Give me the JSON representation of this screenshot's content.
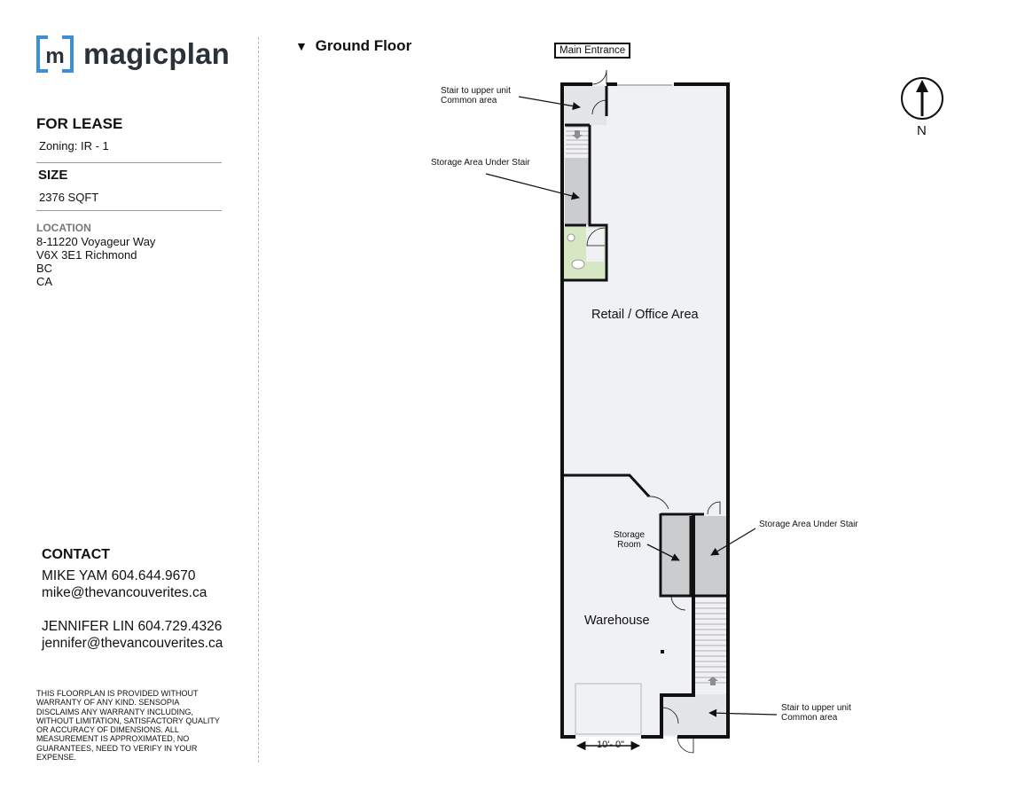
{
  "brand": {
    "name": "magicplan",
    "mark_letter": "m",
    "accent": "#3d8fd8"
  },
  "listing": {
    "for_lease": "FOR LEASE",
    "zoning": "Zoning: IR - 1",
    "size_heading": "SIZE",
    "size_value": "2376 SQFT",
    "location_heading": "LOCATION",
    "address_line1": "8-11220 Voyageur Way",
    "address_line2": "V6X 3E1 Richmond",
    "address_line3": "BC",
    "address_line4": "CA"
  },
  "contact": {
    "heading": "CONTACT",
    "agent1_name_phone": "MIKE YAM 604.644.9670",
    "agent1_email": "mike@thevancouverites.ca",
    "agent2_name_phone": "JENNIFER LIN 604.729.4326",
    "agent2_email": "jennifer@thevancouverites.ca"
  },
  "disclaimer": {
    "line1": "THIS FLOORPLAN IS PROVIDED WITHOUT",
    "line2": "WARRANTY OF ANY KIND. SENSOPIA",
    "line3": "DISCLAIMS ANY WARRANTY INCLUDING,",
    "line4": "WITHOUT LIMITATION, SATISFACTORY QUALITY",
    "line5": "OR ACCURACY OF DIMENSIONS. ALL",
    "line6": "MEASUREMENT IS APPROXIMATED, NO",
    "line7": "GUARANTEES, NEED TO VERIFY IN YOUR",
    "line8": "EXPENSE."
  },
  "plan": {
    "floor_title": "Ground Floor",
    "main_entrance": "Main Entrance",
    "retail_office": "Retail / Office Area",
    "warehouse": "Warehouse",
    "storage_room_line1": "Storage",
    "storage_room_line2": "Room",
    "stair_top_line1": "Stair to upper unit",
    "stair_top_line2": "Common area",
    "storage_under_stair_top": "Storage Area Under Stair",
    "storage_under_stair_right": "Storage Area Under Stair",
    "stair_bottom_line1": "Stair to upper unit",
    "stair_bottom_line2": "Common area",
    "dimension": "10'- 0\"",
    "north": "N"
  },
  "colors": {
    "floor": "#f0f1f4",
    "storage": "#cbccce",
    "bathroom": "#d7e6c3",
    "wall": "#111111"
  }
}
